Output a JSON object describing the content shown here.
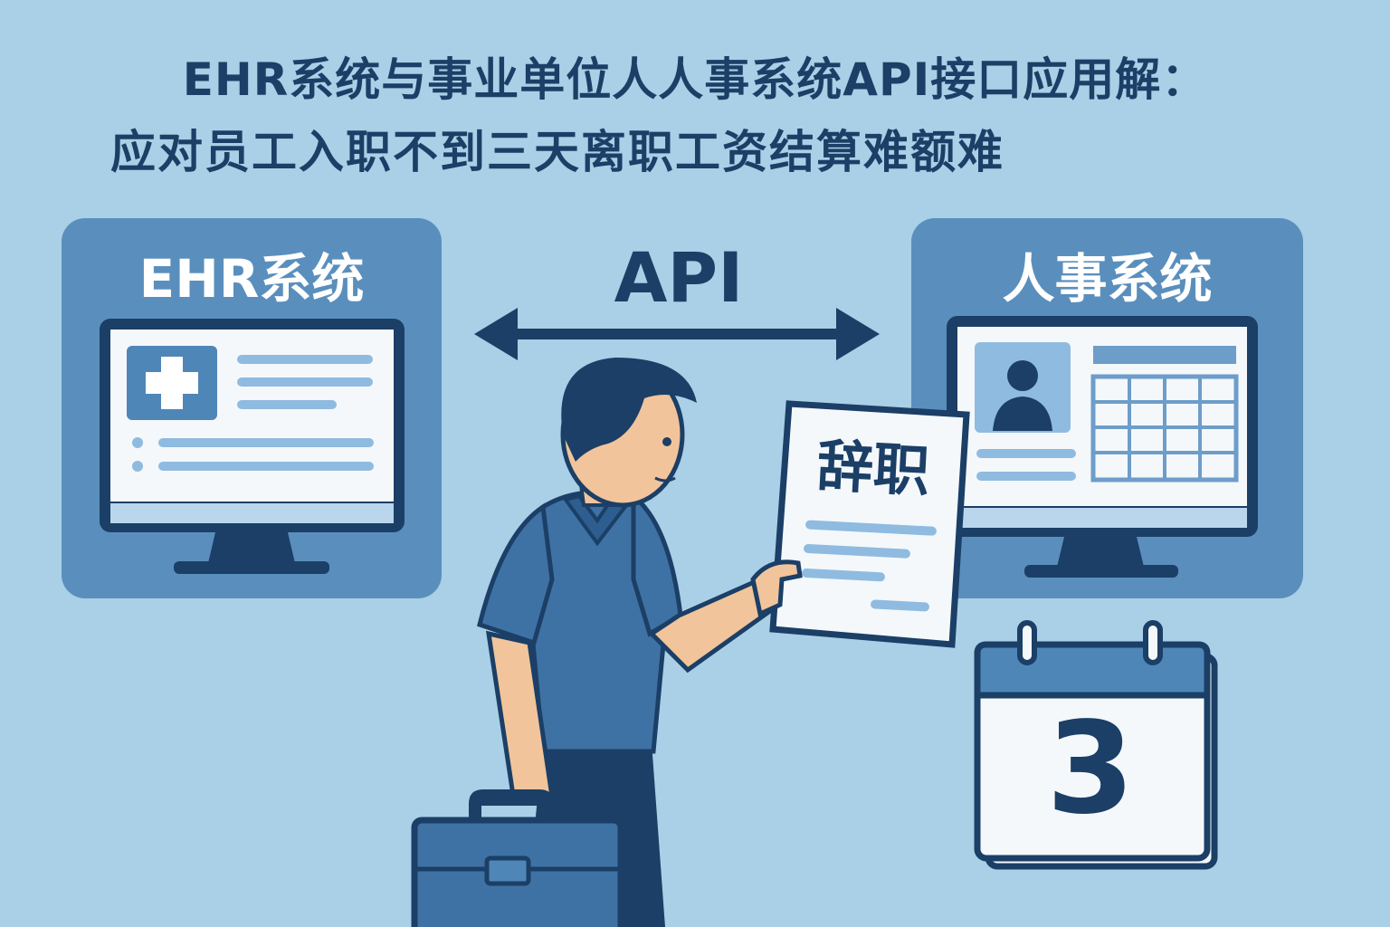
{
  "title": {
    "line1": "EHR系统与事业单位人人事系统API接口应用解：",
    "line2": "应对员工入职不到三天离职工资结算难额难"
  },
  "panels": {
    "ehr": {
      "label": "EHR系统",
      "icon": "medical-cross-icon"
    },
    "hr": {
      "label": "人事系统",
      "icon": "person-avatar-icon"
    }
  },
  "api": {
    "label": "API",
    "icon": "double-arrow-icon"
  },
  "document": {
    "label": "辞职"
  },
  "calendar": {
    "number": "3",
    "icon": "calendar-icon"
  },
  "colors": {
    "background": "#a9d0e6",
    "navy": "#1b3f66",
    "panel": "#5a8fbd",
    "screen": "#f4f8fb",
    "accent_light": "#8fbbe0"
  }
}
